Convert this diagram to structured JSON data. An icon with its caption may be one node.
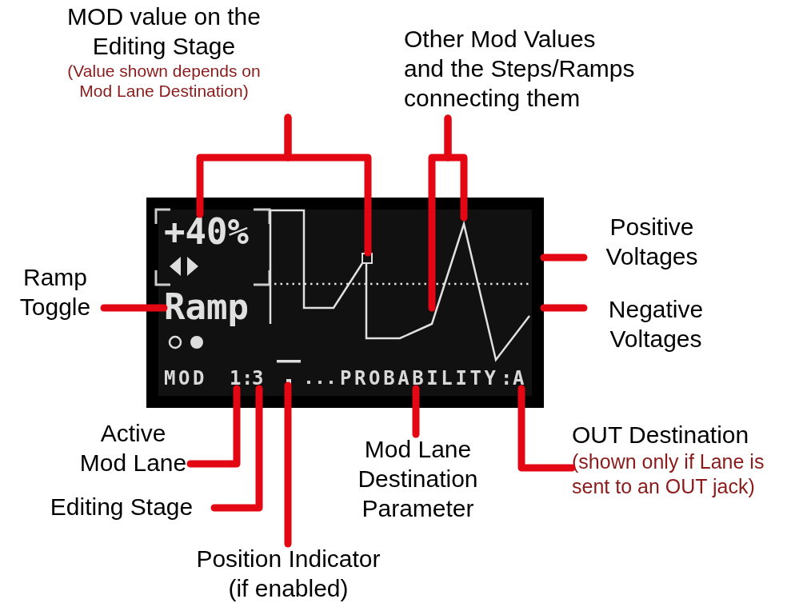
{
  "diagram": {
    "nodes": [
      {
        "text": [
          "MOD value on the Editing Stage",
          "(Value shown depends on Mod Lane Destination)"
        ]
      },
      {
        "text": [
          "Other Mod Values and the Steps/Ramps connecting them"
        ]
      },
      {
        "text": [],
        "shape": "box"
      },
      {
        "text": [
          "+40%"
        ],
        "in": 2
      },
      {
        "text": [],
        "shape": "box",
        "in": 5
      },
      {
        "text": [],
        "shape": "picture",
        "in": 2
      },
      {
        "text": [
          "Positive Voltages"
        ]
      },
      {
        "text": [
          "Ramp Toggle"
        ]
      },
      {
        "text": [
          "Ramp"
        ],
        "in": 2
      },
      {
        "text": [
          "Negative Voltages"
        ]
      },
      {
        "text": [
          "1"
        ],
        "in": 2
      },
      {
        "text": [
          "3"
        ],
        "in": 2
      },
      {
        "text": [],
        "shape": "bar",
        "in": 2
      },
      {
        "text": [
          "PROBABILITY"
        ],
        "in": 2
      },
      {
        "text": [
          "A"
        ],
        "in": 2
      },
      {
        "text": [
          "Active Mod Lane"
        ]
      },
      {
        "text": [
          "Mod Lane Destination Parameter"
        ]
      },
      {
        "text": [
          "OUT Destination",
          "(shown only if Lane is sent to an OUT jack)"
        ]
      },
      {
        "text": [
          "Editing Stage"
        ]
      },
      {
        "text": [
          "Position Indicator (if enabled)"
        ]
      }
    ],
    "edges": [
      {
        "from": 0,
        "to": 3,
        "arrow": "none"
      },
      {
        "from": 0,
        "to": 4,
        "arrow": "none"
      },
      {
        "from": 1,
        "to": 5,
        "arrow": "none"
      },
      {
        "from": 1,
        "to": 5,
        "arrow": "none"
      },
      {
        "from": 6,
        "to": 2,
        "arrow": "none"
      },
      {
        "from": 7,
        "to": 8,
        "arrow": "none"
      },
      {
        "from": 9,
        "to": 2,
        "arrow": "none"
      },
      {
        "from": 15,
        "to": 10,
        "arrow": "none"
      },
      {
        "from": 18,
        "to": 11,
        "arrow": "none"
      },
      {
        "from": 19,
        "to": 12,
        "arrow": "none"
      },
      {
        "from": 16,
        "to": 13,
        "arrow": "none"
      },
      {
        "from": 17,
        "to": 14,
        "arrow": "none"
      }
    ],
    "labels": [
      "MOD",
      ":",
      ":"
    ]
  }
}
